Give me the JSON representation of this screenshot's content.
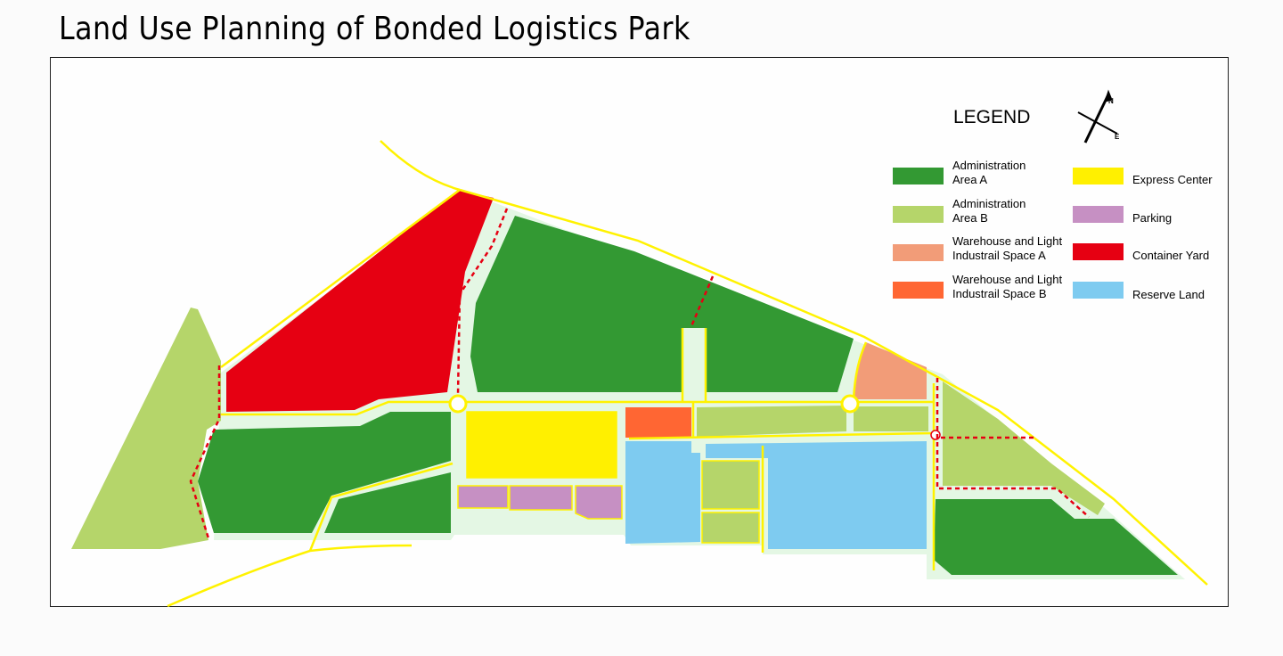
{
  "title": "Land Use Planning of Bonded Logistics Park",
  "legend": {
    "title": "LEGEND",
    "items": [
      {
        "label": "Administration\nArea A",
        "color": "#339933"
      },
      {
        "label": "Administration\nArea B",
        "color": "#b5d56a"
      },
      {
        "label": "Warehouse and Light\nIndustrail Space A",
        "color": "#f29c78"
      },
      {
        "label": "Warehouse and Light\nIndustrail Space B",
        "color": "#ff6633"
      },
      {
        "label": "Express Center",
        "color": "#fff000"
      },
      {
        "label": "Parking",
        "color": "#c690c3"
      },
      {
        "label": "Container Yard",
        "color": "#e60012"
      },
      {
        "label": "Reserve Land",
        "color": "#7ecbf0"
      }
    ]
  },
  "compass": {
    "north_label": "N",
    "east_label": "E"
  },
  "colors": {
    "road": "#fff200",
    "road_buffer": "#e4f7e4",
    "dashed_path": "#e60012"
  }
}
